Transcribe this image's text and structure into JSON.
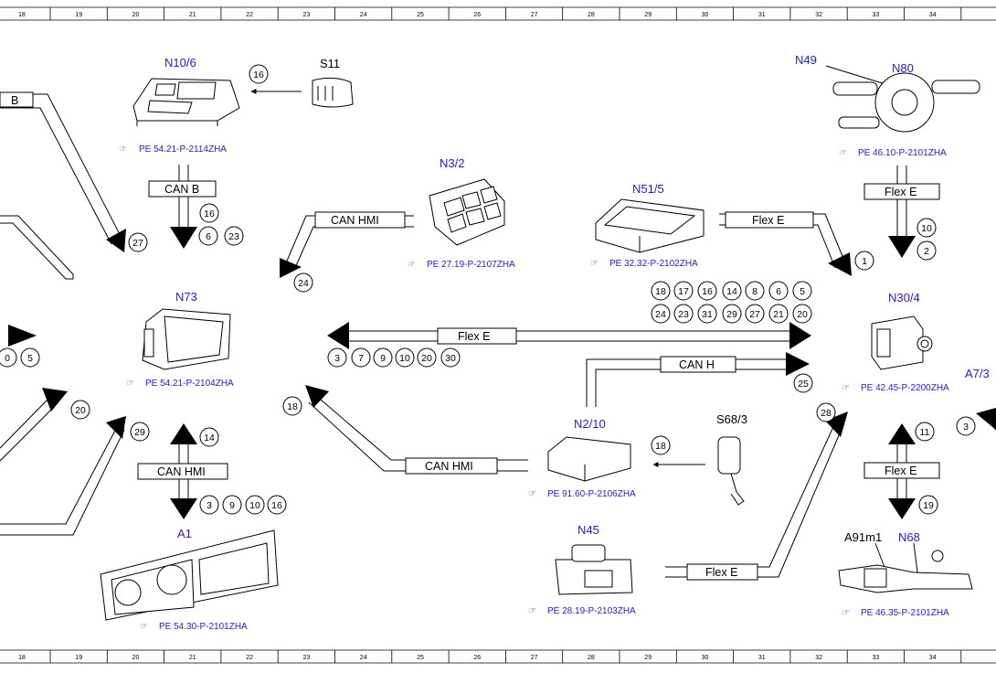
{
  "ruler": {
    "columns": [
      "18",
      "19",
      "20",
      "21",
      "22",
      "23",
      "24",
      "25",
      "26",
      "27",
      "28",
      "29",
      "30",
      "31",
      "32",
      "33",
      "34"
    ]
  },
  "components": {
    "n10_6": {
      "name": "N10/6",
      "ref": "PE 54.21-P-2114ZHA"
    },
    "s11": {
      "name": "S11"
    },
    "n3_2": {
      "name": "N3/2",
      "ref": "PE 27.19-P-2107ZHA"
    },
    "n51_5": {
      "name": "N51/5",
      "ref": "PE 32.32-P-2102ZHA"
    },
    "n49": {
      "name": "N49"
    },
    "n80": {
      "name": "N80",
      "ref": "PE 46.10-P-2101ZHA"
    },
    "n73": {
      "name": "N73",
      "ref": "PE 54.21-P-2104ZHA"
    },
    "n30_4": {
      "name": "N30/4",
      "ref": "PE 42.45-P-2200ZHA"
    },
    "a7_3": {
      "name": "A7/3"
    },
    "n2_10": {
      "name": "N2/10",
      "ref": "PE 91.60-P-2106ZHA"
    },
    "s68_3": {
      "name": "S68/3"
    },
    "n45": {
      "name": "N45",
      "ref": "PE 28.19-P-2103ZHA"
    },
    "a1": {
      "name": "A1",
      "ref": "PE 54.30-P-2101ZHA"
    },
    "a91m1": {
      "name": "A91m1"
    },
    "n68": {
      "name": "N68",
      "ref": "PE 46.35-P-2101ZHA"
    }
  },
  "buses": {
    "b_left": "B",
    "can_b": "CAN B",
    "can_hmi_top": "CAN HMI",
    "flex_e_n51": "Flex E",
    "flex_e_n80": "Flex E",
    "flex_e_main": "Flex E",
    "can_h": "CAN H",
    "can_hmi_bottom": "CAN HMI",
    "can_hmi_a1": "CAN HMI",
    "flex_e_n45": "Flex E",
    "flex_e_n68": "Flex E"
  },
  "signals": {
    "s11_to_n10": [
      "16"
    ],
    "can_b_down": [
      "16",
      "6",
      "23"
    ],
    "left_27": [
      "27"
    ],
    "can_hmi_24": [
      "24"
    ],
    "flex_e_1": [
      "1"
    ],
    "n80_down": [
      "10",
      "2"
    ],
    "right_edge": [
      "1"
    ],
    "main_to_n30_row1": [
      "18",
      "17",
      "16",
      "14",
      "8",
      "6",
      "5"
    ],
    "main_to_n30_row2": [
      "24",
      "23",
      "31",
      "29",
      "27",
      "21",
      "20"
    ],
    "main_to_n73": [
      "3",
      "7",
      "9",
      "10",
      "20",
      "30"
    ],
    "left_mid": [
      "0",
      "5"
    ],
    "can_h_25": [
      "25"
    ],
    "a7_3": [
      "3"
    ],
    "left_20": [
      "20"
    ],
    "left_29": [
      "29"
    ],
    "can_hmi_a1_up": [
      "14"
    ],
    "can_hmi_a1_down": [
      "3",
      "9",
      "10",
      "16"
    ],
    "can_hmi_18": [
      "18"
    ],
    "s68_to_n2": [
      "18"
    ],
    "flex_e_28": [
      "28"
    ],
    "n68_up": [
      "11"
    ],
    "n68_down": [
      "19"
    ]
  }
}
